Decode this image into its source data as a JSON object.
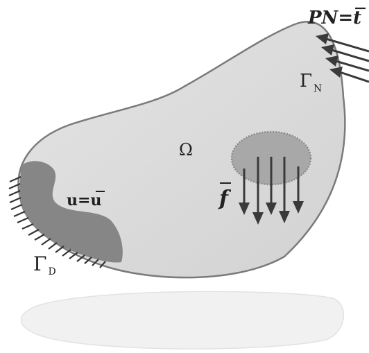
{
  "labels": {
    "domain": "Ω",
    "traction": "PN=",
    "traction_bar": "t",
    "neumann_gamma": "Γ",
    "neumann_sub": "N",
    "dirichlet_gamma": "Γ",
    "dirichlet_sub": "D",
    "displacement_lhs": "u=",
    "displacement_rhs": "u",
    "body_force": "f"
  },
  "colors": {
    "body_fill": "#dcdcdc",
    "body_stroke": "#7a7a7a",
    "dirichlet_region": "#858585",
    "force_region": "#a9a9a9",
    "arrow": "#3a3a3a",
    "shadow": "#f0f0f0",
    "text": "#222222"
  }
}
